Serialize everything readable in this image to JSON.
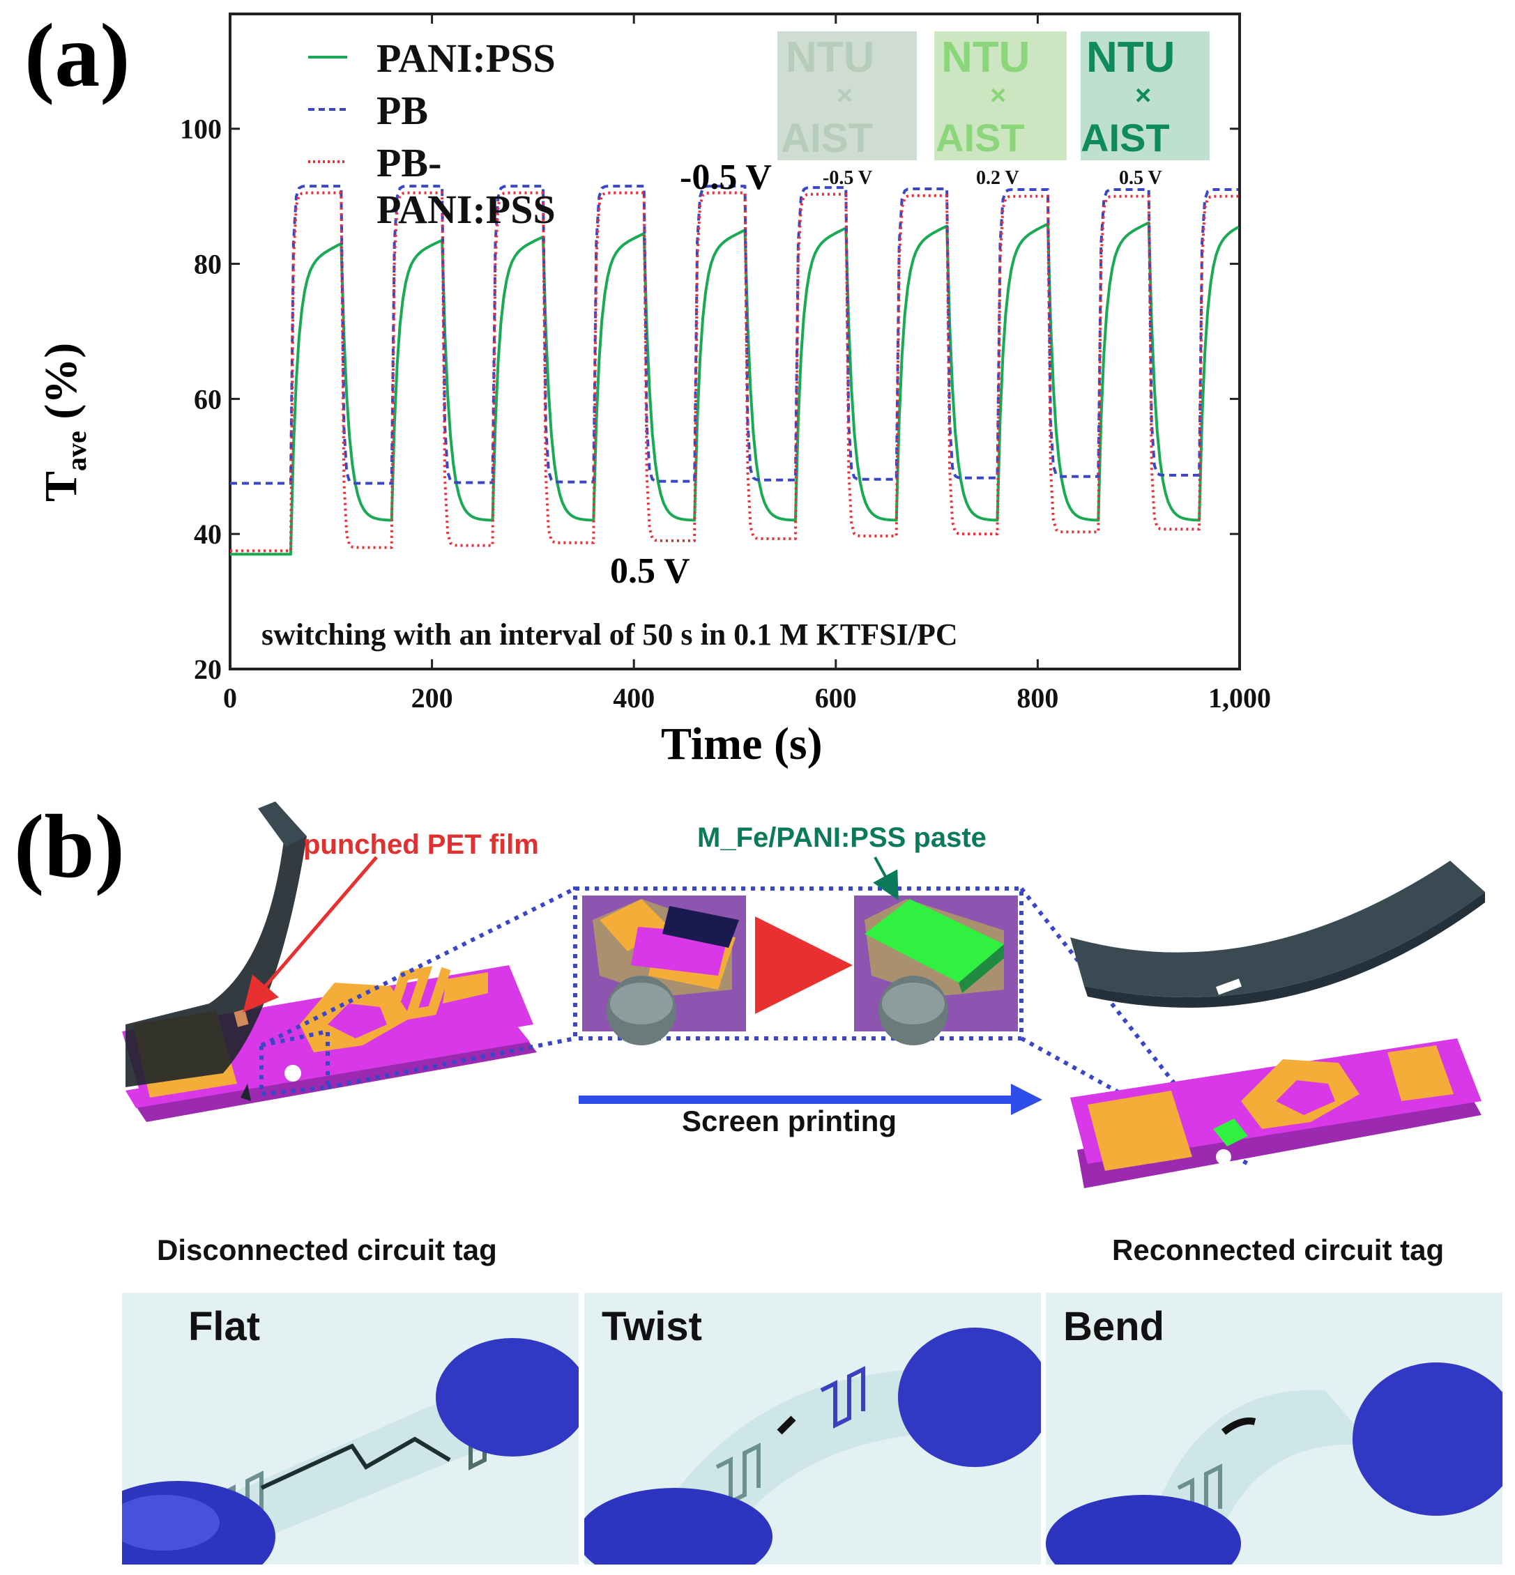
{
  "panel_a": {
    "label": "(a)",
    "annotations": {
      "neg_voltage": "-0.5 V",
      "pos_voltage": "0.5 V",
      "note": "switching with an interval of 50 s in 0.1 M KTFSI/PC"
    },
    "inset": {
      "photos": [
        {
          "text_top": "NTU",
          "text_mid": "×",
          "text_bottom": "AIST",
          "caption": "-0.5 V",
          "bg": "#cfdcd2",
          "ink": "#b7cdbc"
        },
        {
          "text_top": "NTU",
          "text_mid": "×",
          "text_bottom": "AIST",
          "caption": "0.2 V",
          "bg": "#cde6c2",
          "ink": "#8bd57a"
        },
        {
          "text_top": "NTU",
          "text_mid": "×",
          "text_bottom": "AIST",
          "caption": "0.5 V",
          "bg": "#bfe0cf",
          "ink": "#0f8a5f"
        }
      ]
    }
  },
  "chart_data": {
    "type": "line",
    "title": "",
    "xlabel": "Time (s)",
    "ylabel": "T",
    "ylabel_sub": "ave",
    "ylabel_unit": " (%)",
    "xlim": [
      0,
      1000
    ],
    "ylim": [
      20,
      117
    ],
    "xticks": [
      0,
      200,
      400,
      600,
      800,
      1000
    ],
    "xtick_labels": [
      "0",
      "200",
      "400",
      "600",
      "800",
      "1,000"
    ],
    "yticks": [
      20,
      40,
      60,
      80,
      100
    ],
    "ytick_labels": [
      "20",
      "40",
      "60",
      "80",
      "100"
    ],
    "switch_start": 60,
    "half_period": 50,
    "legend_position": "top-left",
    "series": [
      {
        "name": "PANI:PSS",
        "color": "#1aaa55",
        "dash": "solid",
        "initial": 37,
        "bleached_peaks": [
          83,
          83.5,
          84,
          84.5,
          85,
          85.3,
          85.6,
          85.9,
          86.1,
          86.3
        ],
        "colored_lows": [
          42,
          42,
          42,
          42,
          42,
          42,
          42,
          42,
          42
        ]
      },
      {
        "name": "PB",
        "color": "#3a46c6",
        "dash": "dashed",
        "initial": 47.5,
        "bleached_peaks": [
          91.5,
          91.5,
          91.5,
          91.5,
          91.5,
          91.3,
          91.1,
          91,
          91,
          91
        ],
        "colored_lows": [
          47.5,
          47.6,
          47.7,
          47.8,
          48,
          48.1,
          48.3,
          48.5,
          48.7
        ]
      },
      {
        "name": "PB-PANI:PSS",
        "color": "#e8303a",
        "dash": "dotted",
        "initial": 37.5,
        "bleached_peaks": [
          90.5,
          90.5,
          90.5,
          90.5,
          90.5,
          90.3,
          90.1,
          90,
          90,
          90
        ],
        "colored_lows": [
          38,
          38.3,
          38.7,
          39,
          39.3,
          39.7,
          40,
          40.3,
          40.7
        ]
      }
    ]
  },
  "panel_b": {
    "label": "(b)",
    "punched_label": "punched PET film",
    "paste_label": "M_Fe/PANI:PSS  paste",
    "process_label": "Screen printing",
    "disconnected_caption": "Disconnected circuit tag",
    "reconnected_caption": "Reconnected circuit tag",
    "colors": {
      "substrate": "#d838e8",
      "gold": "#f5ad3a",
      "paste": "#30f040",
      "film": "#2c3a40",
      "process_arrow": "#2f4de8",
      "red_arrow": "#e83030"
    },
    "photos": [
      {
        "label": "Flat"
      },
      {
        "label": "Twist"
      },
      {
        "label": "Bend"
      }
    ]
  }
}
